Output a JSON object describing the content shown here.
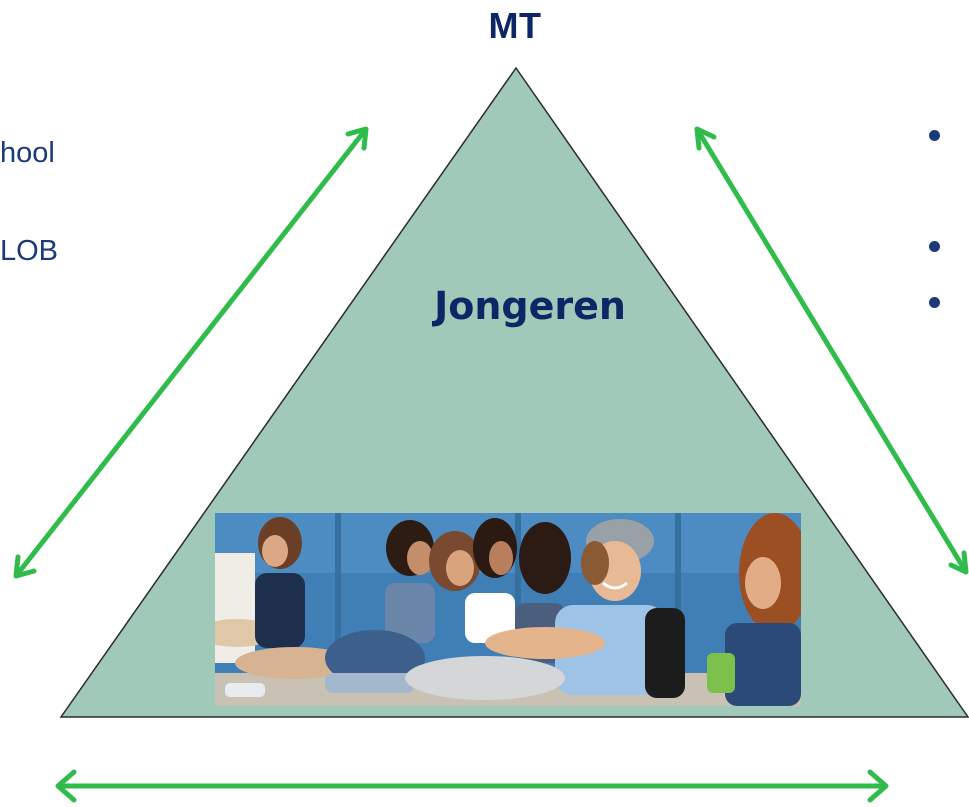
{
  "diagram": {
    "title": "MT",
    "center_label": "Jongeren",
    "left_lines": [
      "hool",
      "LOB"
    ],
    "bullets_right": 3,
    "photo": {
      "subject": "group of teenagers sitting against a blue wall, boy in grey beanie smiling at camera"
    }
  },
  "colors": {
    "triangle_fill": "#a1c9b9",
    "triangle_stroke": "#2b2b2b",
    "arrow_green": "#2fbc4a",
    "title_navy": "#0d2766",
    "text_navy": "#1b3a7a",
    "bullet": "#1b3a7a"
  }
}
